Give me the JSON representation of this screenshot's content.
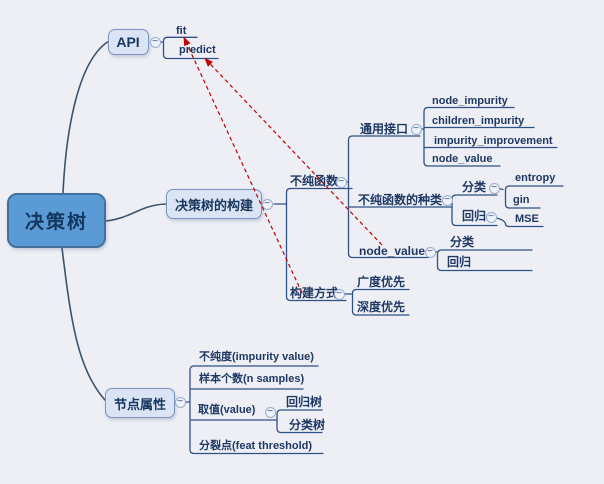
{
  "mindmap": {
    "toggle_glyph": "−",
    "colors": {
      "background": "#edeff5",
      "root_fill": "#5b9bd5",
      "root_border": "#41719c",
      "node_fill": "#dae4f4",
      "node_border": "#7b93bd",
      "branch_line": "#3c536f",
      "connector_line": "#2f5185",
      "text": "#1f3864",
      "relation_arrow": "#c00000"
    },
    "root": {
      "label": "决策树"
    },
    "branches": {
      "api": {
        "label": "API",
        "children": {
          "fit": {
            "label": "fit"
          },
          "predict": {
            "label": "predict"
          }
        }
      },
      "construction": {
        "label": "决策树的构建",
        "children": {
          "impurity_func": {
            "label": "不纯函数",
            "children": {
              "generic_api": {
                "label": "通用接口",
                "children": {
                  "node_impurity": {
                    "label": "node_impurity"
                  },
                  "children_impurity": {
                    "label": "children_impurity"
                  },
                  "impurity_improvement": {
                    "label": "impurity_improvement"
                  },
                  "node_value": {
                    "label": "node_value"
                  }
                }
              },
              "impurity_kinds": {
                "label": "不纯函数的种类",
                "children": {
                  "classification": {
                    "label": "分类",
                    "children": {
                      "entropy": {
                        "label": "entropy"
                      },
                      "gin": {
                        "label": "gin"
                      }
                    }
                  },
                  "regression": {
                    "label": "回归",
                    "children": {
                      "mse": {
                        "label": "MSE"
                      }
                    }
                  }
                }
              },
              "node_value": {
                "label": "node_value",
                "children": {
                  "classification": {
                    "label": "分类"
                  },
                  "regression": {
                    "label": "回归"
                  }
                }
              }
            }
          },
          "build_method": {
            "label": "构建方式",
            "children": {
              "bfs": {
                "label": "广度优先"
              },
              "dfs": {
                "label": "深度优先"
              }
            }
          }
        }
      },
      "node_attrs": {
        "label": "节点属性",
        "children": {
          "impurity_value": {
            "label": "不纯度(impurity value)"
          },
          "n_samples": {
            "label": "样本个数(n samples)"
          },
          "value": {
            "label": "取值(value)",
            "children": {
              "regression_tree": {
                "label": "回归树"
              },
              "classification_tree": {
                "label": "分类树"
              }
            }
          },
          "feat_threshold": {
            "label": "分裂点(feat threshold)"
          }
        }
      }
    },
    "relationships": [
      {
        "from": "构建方式",
        "to": "fit",
        "style": "red-dashed-arrow"
      },
      {
        "from": "node_value",
        "to": "predict",
        "style": "red-dashed-arrow"
      }
    ]
  }
}
